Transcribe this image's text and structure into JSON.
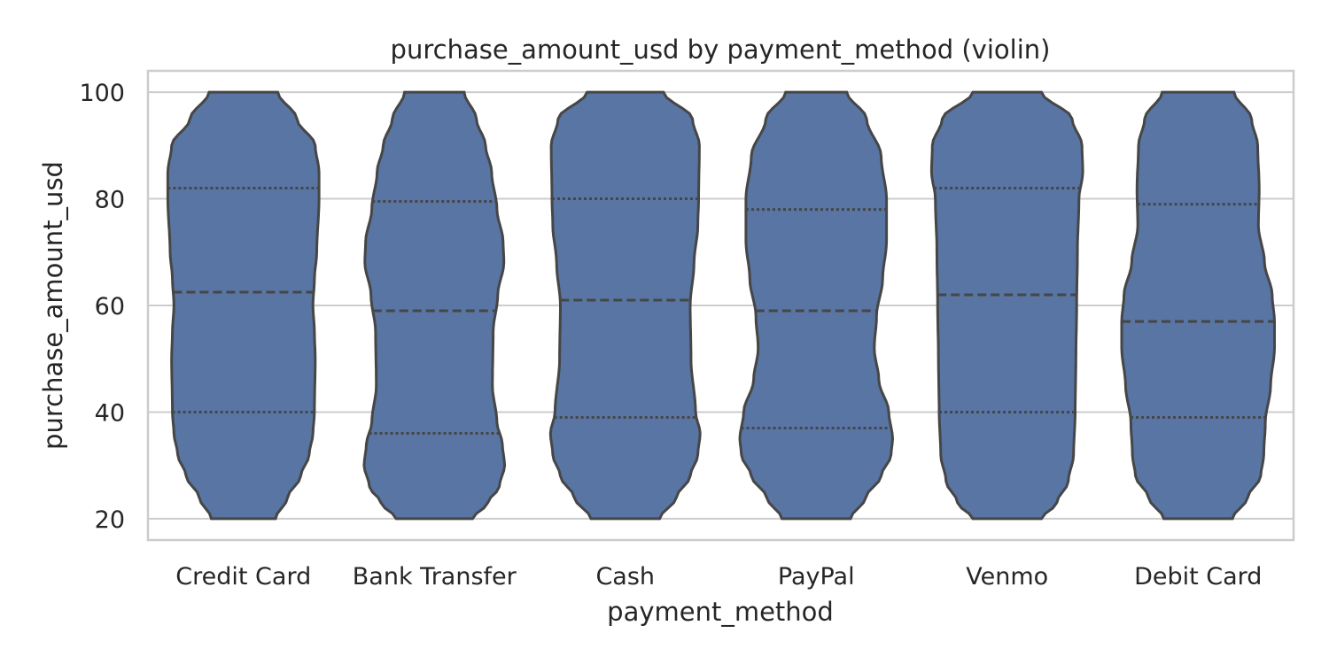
{
  "chart_data": {
    "type": "violin",
    "title": "purchase_amount_usd by payment_method (violin)",
    "xlabel": "payment_method",
    "ylabel": "purchase_amount_usd",
    "ylim": [
      16,
      104
    ],
    "yticks": [
      20,
      40,
      60,
      80,
      100
    ],
    "grid": true,
    "color": "#5875a4",
    "categories": [
      "Credit Card",
      "Bank Transfer",
      "Cash",
      "PayPal",
      "Venmo",
      "Debit Card"
    ],
    "violins": [
      {
        "category": "Credit Card",
        "quartiles": [
          40,
          62.5,
          82
        ],
        "range": [
          20,
          100
        ],
        "profile": [
          [
            20,
            0.42
          ],
          [
            24,
            0.58
          ],
          [
            28,
            0.75
          ],
          [
            32,
            0.86
          ],
          [
            36,
            0.91
          ],
          [
            40,
            0.93
          ],
          [
            50,
            0.94
          ],
          [
            55,
            0.93
          ],
          [
            60,
            0.91
          ],
          [
            65,
            0.93
          ],
          [
            70,
            0.96
          ],
          [
            80,
            0.99
          ],
          [
            85,
            0.99
          ],
          [
            90,
            0.94
          ],
          [
            95,
            0.7
          ],
          [
            100,
            0.45
          ]
        ]
      },
      {
        "category": "Bank Transfer",
        "quartiles": [
          36,
          59,
          79.5
        ],
        "range": [
          20,
          100
        ],
        "profile": [
          [
            20,
            0.5
          ],
          [
            23,
            0.7
          ],
          [
            26,
            0.85
          ],
          [
            30,
            0.92
          ],
          [
            34,
            0.89
          ],
          [
            38,
            0.82
          ],
          [
            45,
            0.76
          ],
          [
            55,
            0.77
          ],
          [
            62,
            0.83
          ],
          [
            68,
            0.91
          ],
          [
            72,
            0.9
          ],
          [
            78,
            0.82
          ],
          [
            85,
            0.75
          ],
          [
            90,
            0.67
          ],
          [
            95,
            0.55
          ],
          [
            100,
            0.39
          ]
        ]
      },
      {
        "category": "Cash",
        "quartiles": [
          39,
          61,
          80
        ],
        "range": [
          20,
          100
        ],
        "profile": [
          [
            20,
            0.45
          ],
          [
            24,
            0.67
          ],
          [
            28,
            0.85
          ],
          [
            32,
            0.95
          ],
          [
            36,
            0.98
          ],
          [
            40,
            0.92
          ],
          [
            50,
            0.86
          ],
          [
            60,
            0.85
          ],
          [
            68,
            0.9
          ],
          [
            75,
            0.95
          ],
          [
            80,
            0.96
          ],
          [
            90,
            0.97
          ],
          [
            95,
            0.88
          ],
          [
            100,
            0.5
          ]
        ]
      },
      {
        "category": "PayPal",
        "quartiles": [
          37,
          59,
          78
        ],
        "range": [
          20,
          100
        ],
        "profile": [
          [
            20,
            0.45
          ],
          [
            24,
            0.65
          ],
          [
            28,
            0.85
          ],
          [
            32,
            0.98
          ],
          [
            35,
            1.0
          ],
          [
            40,
            0.95
          ],
          [
            46,
            0.82
          ],
          [
            52,
            0.76
          ],
          [
            58,
            0.79
          ],
          [
            65,
            0.87
          ],
          [
            72,
            0.92
          ],
          [
            80,
            0.92
          ],
          [
            88,
            0.85
          ],
          [
            95,
            0.66
          ],
          [
            100,
            0.4
          ]
        ]
      },
      {
        "category": "Venmo",
        "quartiles": [
          40,
          62,
          82
        ],
        "range": [
          20,
          100
        ],
        "profile": [
          [
            20,
            0.45
          ],
          [
            23,
            0.65
          ],
          [
            27,
            0.8
          ],
          [
            32,
            0.87
          ],
          [
            40,
            0.89
          ],
          [
            50,
            0.9
          ],
          [
            60,
            0.91
          ],
          [
            70,
            0.92
          ],
          [
            80,
            0.94
          ],
          [
            85,
            0.99
          ],
          [
            90,
            0.98
          ],
          [
            95,
            0.85
          ],
          [
            100,
            0.45
          ]
        ]
      },
      {
        "category": "Debit Card",
        "quartiles": [
          39,
          57,
          79
        ],
        "range": [
          20,
          100
        ],
        "profile": [
          [
            20,
            0.45
          ],
          [
            24,
            0.65
          ],
          [
            28,
            0.82
          ],
          [
            32,
            0.86
          ],
          [
            38,
            0.88
          ],
          [
            45,
            0.95
          ],
          [
            52,
            1.0
          ],
          [
            57,
            1.0
          ],
          [
            62,
            0.97
          ],
          [
            68,
            0.87
          ],
          [
            75,
            0.79
          ],
          [
            82,
            0.8
          ],
          [
            90,
            0.78
          ],
          [
            95,
            0.7
          ],
          [
            100,
            0.47
          ]
        ]
      }
    ]
  }
}
